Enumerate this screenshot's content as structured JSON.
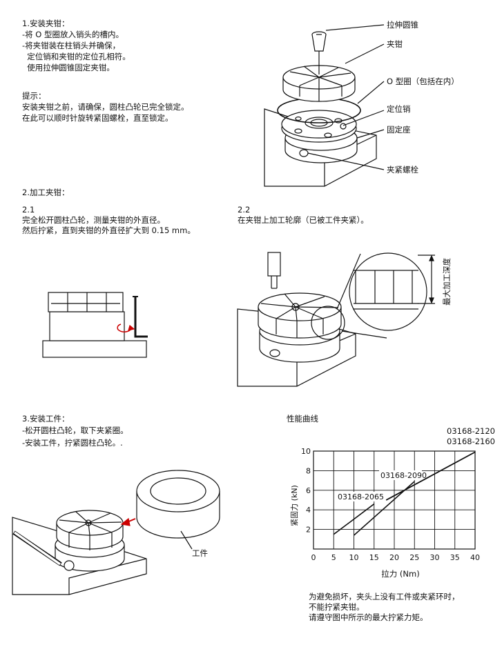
{
  "section1": {
    "heading": "1.安装夹钳：",
    "steps": [
      "-将 O 型圈放入销头的槽内。",
      "-将夹钳装在柱销头并确保，",
      "  定位销和夹钳的定位孔相符。",
      "  使用拉伸圆锥固定夹钳。"
    ],
    "tip_title": "提示：",
    "tip_lines": [
      "安装夹钳之前，请确保，圆柱凸轮已完全锁定。",
      "在此可以顺时针旋转紧固螺栓，直至锁定。"
    ],
    "callouts": {
      "cone": "拉伸圆锥",
      "collet": "夹钳",
      "oring": "O 型圈（包括在内）",
      "pin": "定位销",
      "base": "固定座",
      "bolt": "夹紧螺栓"
    }
  },
  "section2": {
    "heading": "2.加工夹钳：",
    "step1_num": "2.1",
    "step1_lines": [
      "完全松开圆柱凸轮，测量夹钳的外直径。",
      "然后拧紧，直到夹钳的外直径扩大到 0.15 mm。"
    ],
    "step2_num": "2.2",
    "step2_lines": [
      "在夹钳上加工轮廓（已被工件夹紧）。"
    ],
    "depth_label": "最大加工深度"
  },
  "section3": {
    "heading": "3.安装工件：",
    "steps": [
      "-松开圆柱凸轮，取下夹紧圈。",
      "-安装工件，拧紧圆柱凸轮。."
    ],
    "workpiece_label": "工件"
  },
  "performance": {
    "title": "性能曲线",
    "models_top": [
      "03168-2120",
      "03168-2160"
    ],
    "notes": [
      "为避免损坏，夹头上没有工件或夹紧环时，",
      "不能拧紧夹钳。",
      "请遵守图中所示的最大拧紧力矩。"
    ]
  },
  "chart_data": {
    "type": "line",
    "title": "性能曲线",
    "xlabel": "拉力 (Nm)",
    "ylabel": "紧固力 (kN)",
    "xlim": [
      0,
      40
    ],
    "ylim": [
      0,
      10
    ],
    "xticks": [
      0,
      5,
      10,
      15,
      20,
      25,
      30,
      35,
      40
    ],
    "yticks": [
      2,
      4,
      6,
      8,
      10
    ],
    "grid": true,
    "series": [
      {
        "name": "03168-2065",
        "x": [
          5,
          15
        ],
        "y": [
          1.5,
          4.6
        ]
      },
      {
        "name": "03168-2090",
        "x": [
          10,
          25
        ],
        "y": [
          1.4,
          6.9
        ]
      },
      {
        "name": "03168-2120",
        "x": [
          18,
          40
        ],
        "y": [
          5.0,
          9.9
        ]
      },
      {
        "name": "03168-2160",
        "x": [
          18,
          40
        ],
        "y": [
          5.0,
          9.9
        ]
      }
    ]
  }
}
